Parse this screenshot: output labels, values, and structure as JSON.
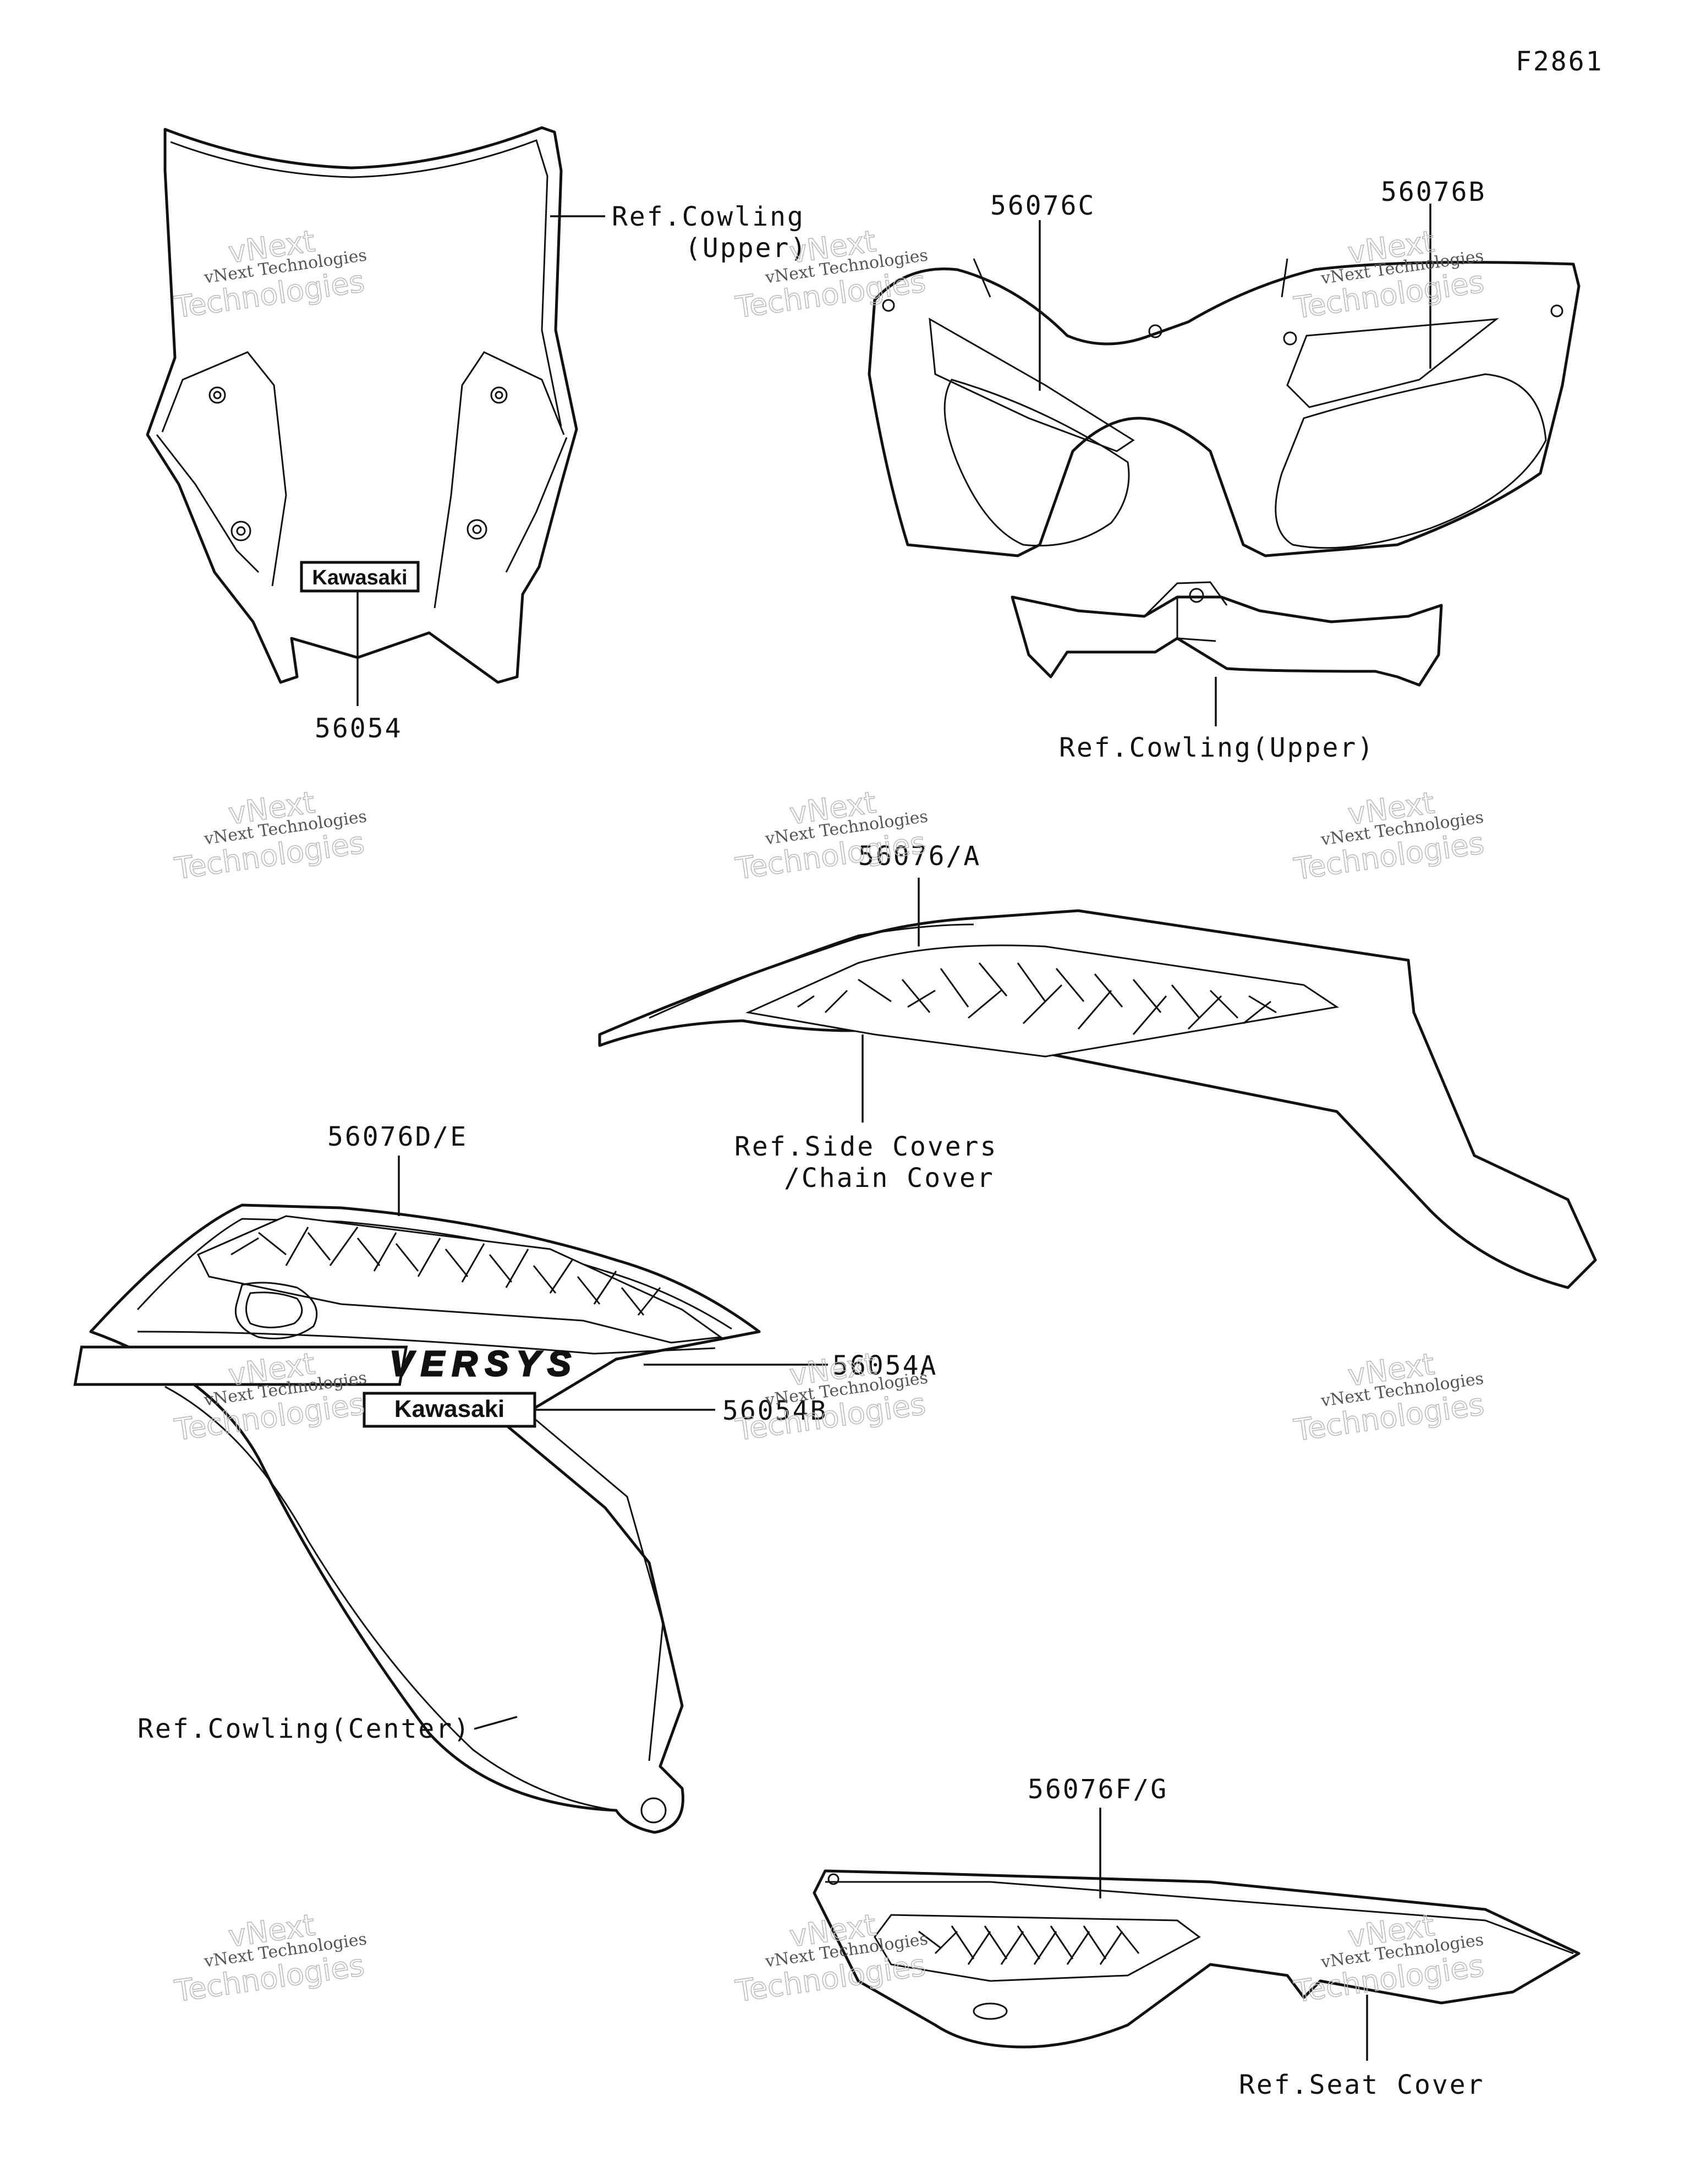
{
  "figure_id": "F2861",
  "callouts": {
    "windshield_ref": [
      "Ref.Cowling",
      "(Upper)"
    ],
    "windshield_decal": "56054",
    "upper_left": "56076C",
    "upper_right": "56076B",
    "upper_ref": "Ref.Cowling(Upper)",
    "side_cover_decal": "56076/A",
    "side_cover_ref": [
      "Ref.Side Covers",
      "/Chain Cover"
    ],
    "center_decal": "56076D/E",
    "versys_decal": "56054A",
    "kawasaki_decal": "56054B",
    "center_ref": "Ref.Cowling(Center)",
    "seat_decal": "56076F/G",
    "seat_ref": "Ref.Seat Cover"
  },
  "decal_text": {
    "kawasaki": "Kawasaki",
    "versys": "VERSYS"
  },
  "watermark": {
    "line1": "vNext Technologies",
    "line2a": "vNext",
    "line2b": "Technologies"
  }
}
